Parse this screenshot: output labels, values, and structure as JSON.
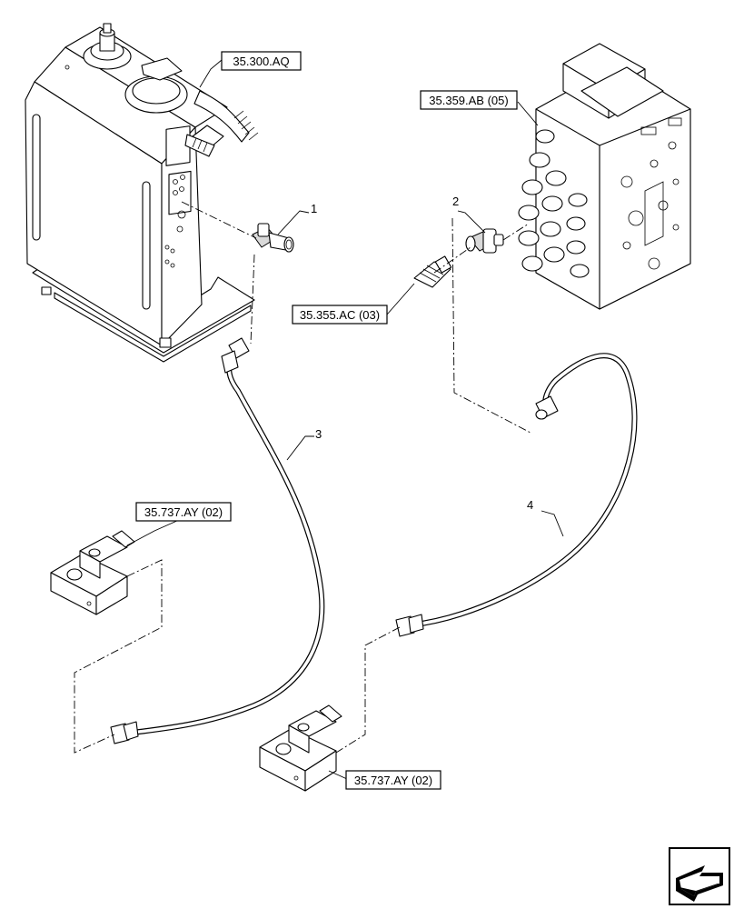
{
  "references": {
    "tank": "35.300.AQ",
    "control_valve": "35.359.AB (05)",
    "adapter": "35.355.AC (03)",
    "solenoid_left": "35.737.AY (02)",
    "solenoid_bottom": "35.737.AY (02)"
  },
  "callouts": {
    "item_1": "1",
    "item_2": "2",
    "item_3": "3",
    "item_4": "4"
  },
  "icons": {
    "navigation": "next-page-arrow-icon"
  }
}
